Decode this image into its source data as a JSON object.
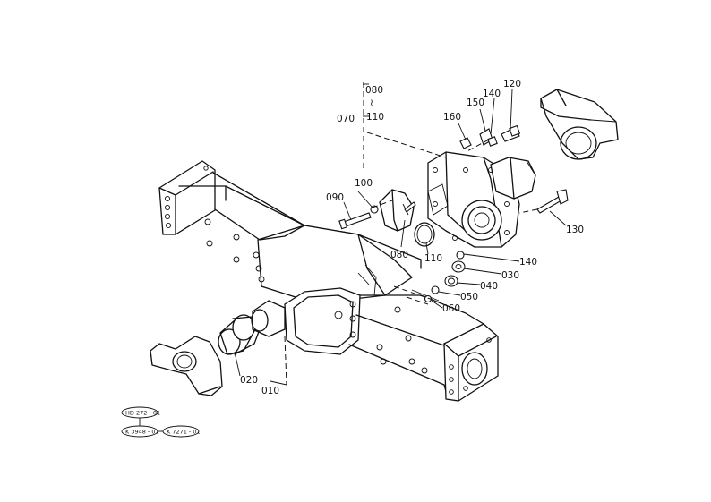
{
  "labels": {
    "p010": "010",
    "p020": "020",
    "p030": "030",
    "p040": "040",
    "p050": "050",
    "p060": "060",
    "p070": "070",
    "p080": "080",
    "p080b": "080",
    "p090": "090",
    "p100": "100",
    "p110": "110",
    "p110b": "110",
    "p120": "120",
    "p130": "130",
    "p140": "140",
    "p140b": "140",
    "p150": "150",
    "p160": "160",
    "tilde": "≀"
  },
  "references": {
    "ref1": "HD 272 - 01",
    "ref2": "K 3948 - 01",
    "ref3": "K 7271 - 01"
  }
}
